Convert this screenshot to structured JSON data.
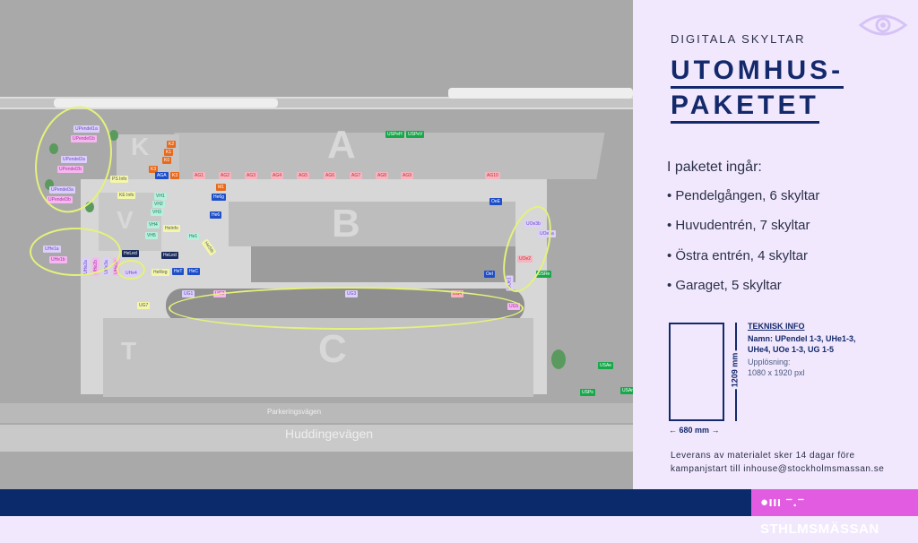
{
  "header": {
    "kicker": "DIGITALA SKYLTAR",
    "title_line1": "UTOMHUS-",
    "title_line2": "PAKETET",
    "icon": "eye-icon"
  },
  "package": {
    "intro": "I paketet ingår:",
    "items": [
      "Pendelgången, 6 skyltar",
      "Huvudentrén, 7 skyltar",
      "Östra entrén, 4 skyltar",
      "Garaget, 5 skyltar"
    ]
  },
  "tech_info": {
    "heading": "TEKNISK INFO",
    "name": "Namn: UPendel 1-3, UHe1-3, UHe4, UOe 1-3, UG 1-5",
    "resolution_label": "Upplösning:",
    "resolution": "1080 x 1920 pxl",
    "width": "680 mm",
    "height": "1209 mm"
  },
  "footer_note": {
    "line1": "Leverans av materialet sker 14 dagar före",
    "line2": "kampanjstart till inhouse@stockholmsmassan.se"
  },
  "brand": {
    "name": "STHLMSMÄSSAN"
  },
  "colors": {
    "navy": "#0a2a6b",
    "magenta": "#e15ce0",
    "panel": "#f1e8fd",
    "highlight": "#e5f27a"
  },
  "map": {
    "halls": [
      "A",
      "B",
      "C",
      "K",
      "V",
      "T"
    ],
    "roads": [
      "Parkeringsvägen",
      "Huddingevägen"
    ],
    "signs": {
      "ag": [
        "AG1",
        "AG2",
        "AG3",
        "AG4",
        "AG5",
        "AG6",
        "AG7",
        "AG8",
        "AG9",
        "AG10"
      ],
      "k": [
        "K2",
        "K1",
        "K0",
        "K3",
        "K3",
        "M1"
      ],
      "entrance_blue": [
        "AGA",
        "He6g",
        "He6",
        "HeT",
        "HeC",
        "OeE",
        "OeI"
      ],
      "vh": [
        "VH1",
        "VH2",
        "VH3",
        "VH4",
        "VH5",
        "He1"
      ],
      "yellow": [
        "PS Info",
        "KE Info",
        "HeInfo",
        "HeReg",
        "UG7",
        "HeStb"
      ],
      "navy": [
        "HeLed",
        "HeLed"
      ],
      "pendel": [
        "UPendel1a",
        "UPendel1b",
        "UPendel2a",
        "UPendel2b",
        "UPendel3a",
        "UPendel3b"
      ],
      "uhe": [
        "UHe1a",
        "UHe1b",
        "UHe2a",
        "UHe2b",
        "UHe3a",
        "UHe3b",
        "UHe4"
      ],
      "ug": [
        "UG1",
        "UG2",
        "UG3",
        "UG4",
        "UG5"
      ],
      "uoe": [
        "UOe3b",
        "UOe3a",
        "UOe2",
        "UOe1"
      ],
      "green": [
        "USPeH",
        "USPeV",
        "USRe",
        "USAe",
        "USPs",
        "USAn"
      ]
    }
  }
}
